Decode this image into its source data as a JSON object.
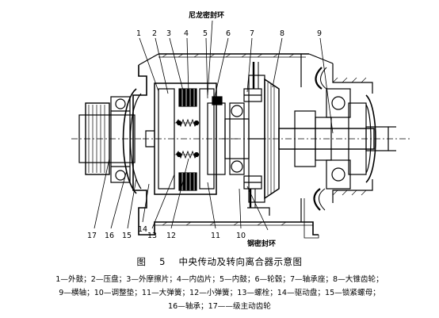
{
  "figure": {
    "callouts_top": [
      "1",
      "2",
      "3",
      "4",
      "5",
      "6",
      "7",
      "8",
      "9"
    ],
    "callouts_bottom": [
      "17",
      "16",
      "15",
      "14",
      "13",
      "12",
      "11",
      "10"
    ],
    "label_nylon_seal": "尼龙密封环",
    "label_steel_seal": "钢密封环"
  },
  "caption": {
    "fig_label": "图",
    "fig_number": "5",
    "title": "中央传动及转向离合器示意图"
  },
  "legend": {
    "line1": "1—外鼓；2—压盘；3—外摩擦片；4—内齿片；5—内鼓；6—轮毂；7—轴承座；8—大锥齿轮；",
    "line2": "9—横轴；10—调整垫；11—大弹簧；12—小弹簧；13—螺栓；14—驱动盘；15—锁紧螺母；",
    "line3": "16—轴承；17——级主动齿轮"
  }
}
